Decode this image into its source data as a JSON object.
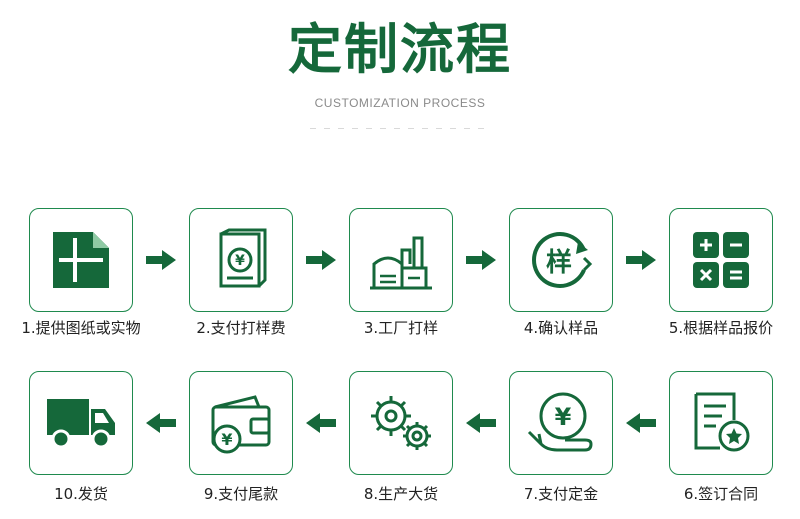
{
  "header": {
    "title": "定制流程",
    "subtitle": "CUSTOMIZATION PROCESS"
  },
  "colors": {
    "accent": "#1f8a4e",
    "accent_dark": "#15683a"
  },
  "steps": [
    {
      "label": "1.提供图纸或实物",
      "icon": "blueprint-icon"
    },
    {
      "label": "2.支付打样费",
      "icon": "payment-box-icon"
    },
    {
      "label": "3.工厂打样",
      "icon": "factory-icon"
    },
    {
      "label": "4.确认样品",
      "icon": "confirm-sample-icon",
      "glyph": "样"
    },
    {
      "label": "5.根据样品报价",
      "icon": "calculator-icon"
    },
    {
      "label": "6.签订合同",
      "icon": "contract-icon"
    },
    {
      "label": "7.支付定金",
      "icon": "deposit-hand-icon",
      "glyph": "¥"
    },
    {
      "label": "8.生产大货",
      "icon": "gears-icon"
    },
    {
      "label": "9.支付尾款",
      "icon": "wallet-icon",
      "glyph": "¥"
    },
    {
      "label": "10.发货",
      "icon": "truck-icon"
    }
  ]
}
